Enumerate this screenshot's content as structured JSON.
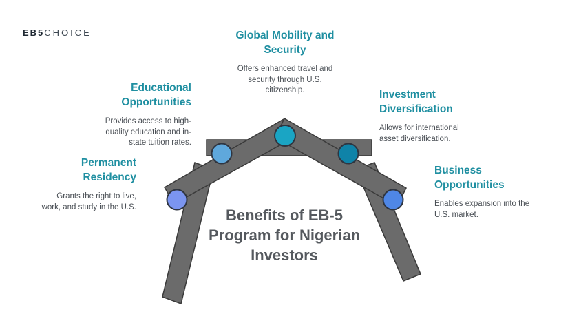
{
  "logo": {
    "bold": "EB5",
    "light": "CHOICE"
  },
  "title": "Benefits of EB-5 Program for Nigerian Investors",
  "benefits": [
    {
      "title": "Permanent Residency",
      "description": "Grants the right to live, work, and study in the U.S.",
      "color": "#7b95f0"
    },
    {
      "title": "Educational Opportunities",
      "description": "Provides access to high-quality education and in-state tuition rates.",
      "color": "#5fa8dc"
    },
    {
      "title": "Global Mobility and Security",
      "description": "Offers enhanced travel and security through U.S. citizenship.",
      "color": "#1aa5c4"
    },
    {
      "title": "Investment Diversification",
      "description": "Allows for international asset diversification.",
      "color": "#0f83a8"
    },
    {
      "title": "Business Opportunities",
      "description": "Enables expansion into the U.S. market.",
      "color": "#4f87e6"
    }
  ]
}
